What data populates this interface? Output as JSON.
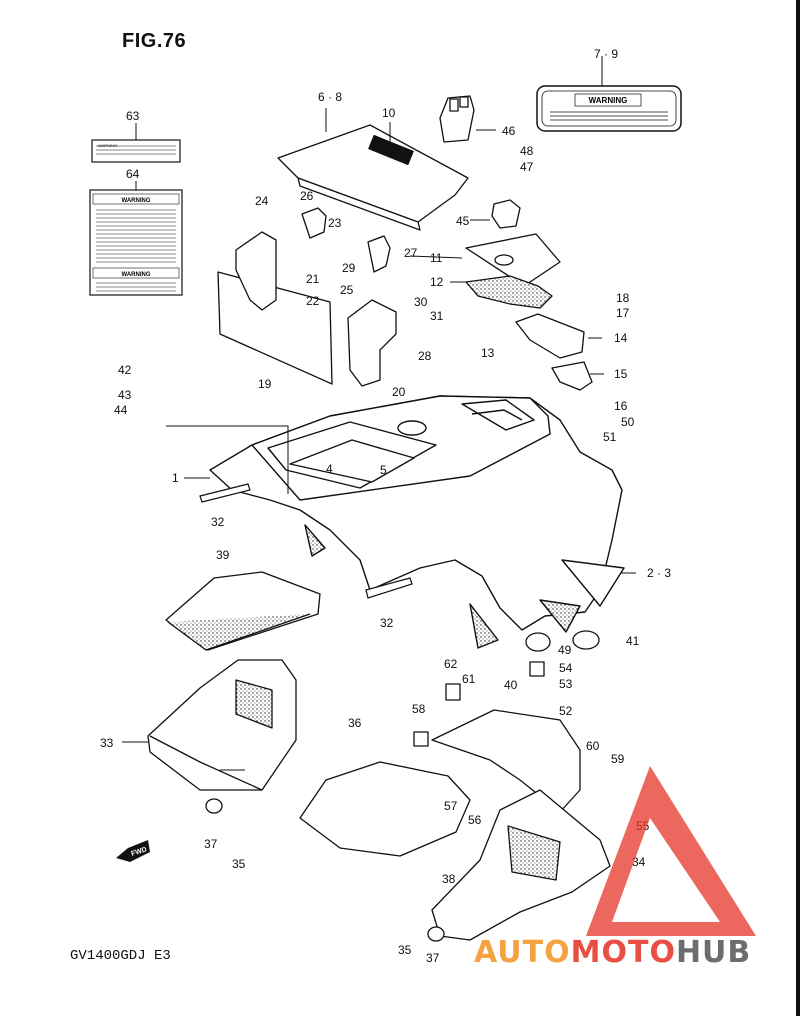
{
  "figure": {
    "title": "FIG.76",
    "model_code": "GV1400GDJ  E3"
  },
  "warning_labels": {
    "small_label": "WARNING",
    "large_label_top": "WARNING",
    "large_label_bottom": "WARNING",
    "plate_text": "WARNING"
  },
  "fwd_badge": "FWD",
  "callouts": [
    "1",
    "2 · 3",
    "4",
    "5",
    "6 · 8",
    "7 · 9",
    "10",
    "11",
    "12",
    "13",
    "14",
    "15",
    "16",
    "17",
    "18",
    "19",
    "20",
    "21",
    "22",
    "23",
    "24",
    "25",
    "26",
    "27",
    "28",
    "29",
    "30",
    "31",
    "32",
    "32",
    "33",
    "34",
    "35",
    "35",
    "36",
    "37",
    "37",
    "38",
    "39",
    "40",
    "41",
    "42",
    "43",
    "44",
    "45",
    "46",
    "47",
    "48",
    "49",
    "50",
    "51",
    "52",
    "53",
    "54",
    "55",
    "56",
    "57",
    "58",
    "59",
    "60",
    "61",
    "62",
    "63",
    "64"
  ],
  "watermark": {
    "part1": "AUTO",
    "part2": "MOTO",
    "part3": "HUB",
    "color_orange": "#f39a2e",
    "color_red": "#e63b2e",
    "color_gray": "#5e5e5e"
  }
}
